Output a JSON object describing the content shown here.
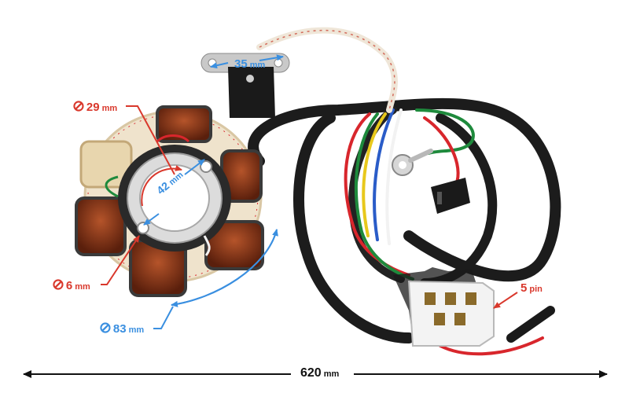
{
  "product": "stator-with-pickup-and-harness",
  "colors": {
    "dimension_red": "#d9382c",
    "dimension_blue": "#3a8fe0",
    "copper": "#7a2e14",
    "cable_black": "#1c1c1c",
    "wire_red": "#d8262c",
    "wire_green": "#1e8a3c",
    "wire_yellow": "#e8c81c",
    "wire_blue": "#2a5cc8",
    "wire_white": "#f2f2f2"
  },
  "dimensions": {
    "pickup_width": {
      "value": "35",
      "unit": "mm"
    },
    "bolt_circle": {
      "symbol": "⊘",
      "value": "29",
      "unit": "mm"
    },
    "center_hole": {
      "value": "42",
      "unit": "mm"
    },
    "mount_hole": {
      "symbol": "⊘",
      "value": "6",
      "unit": "mm"
    },
    "outer_diameter": {
      "symbol": "⊘",
      "value": "83",
      "unit": "mm"
    },
    "connector_pins": {
      "value": "5",
      "unit": "pin"
    },
    "total_length": {
      "value": "620",
      "unit": "mm"
    }
  }
}
